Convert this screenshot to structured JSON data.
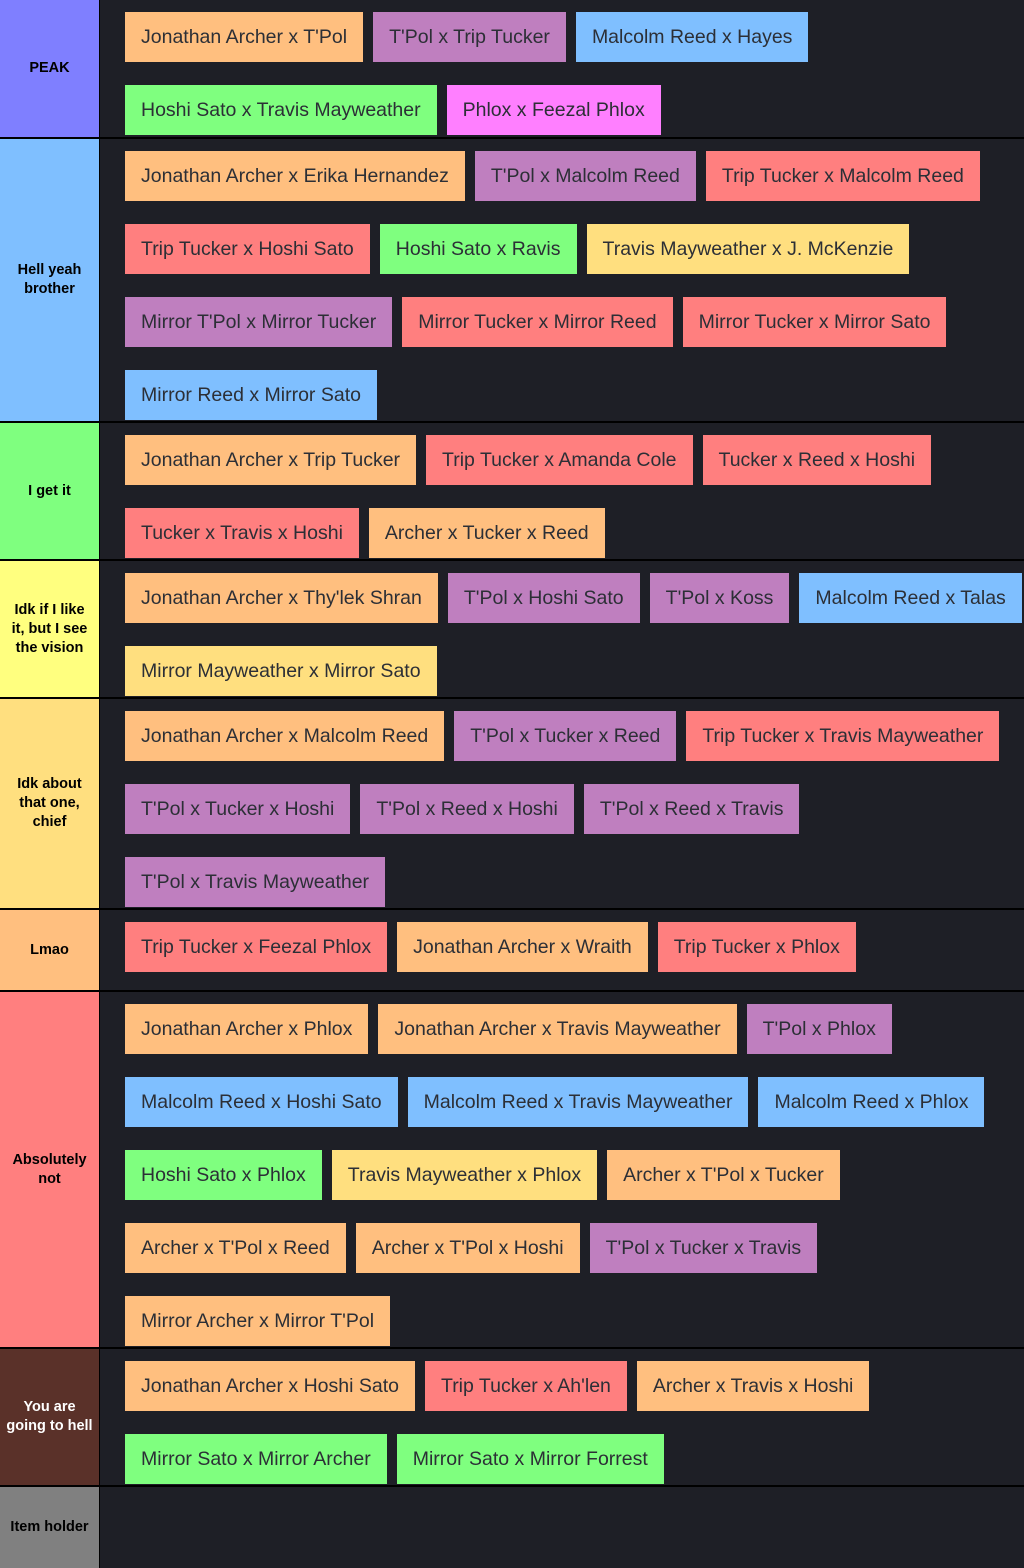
{
  "colors": {
    "archer": "#ffbf7f",
    "tpol": "#bf7fbf",
    "reed": "#7fbfff",
    "hoshi": "#7fff7f",
    "phlox": "#ff7fff",
    "tucker": "#ff7f7f",
    "travis": "#ffdf7f"
  },
  "tiers": [
    {
      "label": "PEAK",
      "color": "#7f7fff",
      "items": [
        {
          "text": "Jonathan Archer x T'Pol",
          "color": "#ffbf7f"
        },
        {
          "text": "T'Pol x Trip Tucker",
          "color": "#bf7fbf"
        },
        {
          "text": "Malcolm Reed x Hayes",
          "color": "#7fbfff"
        },
        {
          "text": "Hoshi Sato x Travis Mayweather",
          "color": "#7fff7f"
        },
        {
          "text": "Phlox x Feezal Phlox",
          "color": "#ff7fff"
        }
      ]
    },
    {
      "label": "Hell yeah brother",
      "color": "#7fbfff",
      "items": [
        {
          "text": "Jonathan Archer x Erika Hernandez",
          "color": "#ffbf7f"
        },
        {
          "text": "T'Pol x Malcolm Reed",
          "color": "#bf7fbf"
        },
        {
          "text": "Trip Tucker x Malcolm Reed",
          "color": "#ff7f7f"
        },
        {
          "text": "Trip Tucker x Hoshi Sato",
          "color": "#ff7f7f"
        },
        {
          "text": "Hoshi Sato x Ravis",
          "color": "#7fff7f"
        },
        {
          "text": "Travis Mayweather x J. McKenzie",
          "color": "#ffdf7f"
        },
        {
          "text": "Mirror T'Pol x Mirror Tucker",
          "color": "#bf7fbf"
        },
        {
          "text": "Mirror Tucker x Mirror Reed",
          "color": "#ff7f7f"
        },
        {
          "text": "Mirror Tucker x Mirror Sato",
          "color": "#ff7f7f"
        },
        {
          "text": "Mirror Reed x Mirror Sato",
          "color": "#7fbfff"
        }
      ]
    },
    {
      "label": "I get it",
      "color": "#7fff7f",
      "items": [
        {
          "text": "Jonathan Archer x Trip Tucker",
          "color": "#ffbf7f"
        },
        {
          "text": "Trip Tucker x Amanda Cole",
          "color": "#ff7f7f"
        },
        {
          "text": "Tucker x Reed x Hoshi",
          "color": "#ff7f7f"
        },
        {
          "text": "Tucker x Travis x Hoshi",
          "color": "#ff7f7f"
        },
        {
          "text": "Archer x Tucker x Reed",
          "color": "#ffbf7f"
        }
      ]
    },
    {
      "label": "Idk if I like it, but I see the vision",
      "color": "#ffff7f",
      "items": [
        {
          "text": "Jonathan Archer x Thy'lek Shran",
          "color": "#ffbf7f"
        },
        {
          "text": "T'Pol x Hoshi Sato",
          "color": "#bf7fbf"
        },
        {
          "text": "T'Pol x Koss",
          "color": "#bf7fbf"
        },
        {
          "text": "Malcolm Reed x Talas",
          "color": "#7fbfff"
        },
        {
          "text": "Mirror Mayweather x Mirror Sato",
          "color": "#ffdf7f"
        }
      ]
    },
    {
      "label": "Idk about that one, chief",
      "color": "#ffdf7f",
      "items": [
        {
          "text": "Jonathan Archer x Malcolm Reed",
          "color": "#ffbf7f"
        },
        {
          "text": "T'Pol x Tucker x Reed",
          "color": "#bf7fbf"
        },
        {
          "text": "Trip Tucker x Travis Mayweather",
          "color": "#ff7f7f"
        },
        {
          "text": "T'Pol x Tucker x Hoshi",
          "color": "#bf7fbf"
        },
        {
          "text": "T'Pol x Reed x Hoshi",
          "color": "#bf7fbf"
        },
        {
          "text": "T'Pol x Reed x Travis",
          "color": "#bf7fbf"
        },
        {
          "text": "T'Pol x Travis Mayweather",
          "color": "#bf7fbf"
        }
      ]
    },
    {
      "label": "Lmao",
      "color": "#ffbf7f",
      "items": [
        {
          "text": "Trip Tucker x Feezal Phlox",
          "color": "#ff7f7f"
        },
        {
          "text": "Jonathan Archer x Wraith",
          "color": "#ffbf7f"
        },
        {
          "text": "Trip Tucker x Phlox",
          "color": "#ff7f7f"
        }
      ]
    },
    {
      "label": "Absolutely not",
      "color": "#ff7f7f",
      "items": [
        {
          "text": "Jonathan Archer x Phlox",
          "color": "#ffbf7f"
        },
        {
          "text": "Jonathan Archer x Travis Mayweather",
          "color": "#ffbf7f"
        },
        {
          "text": "T'Pol x Phlox",
          "color": "#bf7fbf"
        },
        {
          "text": "Malcolm Reed x Hoshi Sato",
          "color": "#7fbfff"
        },
        {
          "text": "Malcolm Reed x Travis Mayweather",
          "color": "#7fbfff"
        },
        {
          "text": "Malcolm Reed x Phlox",
          "color": "#7fbfff"
        },
        {
          "text": "Hoshi Sato x Phlox",
          "color": "#7fff7f"
        },
        {
          "text": "Travis Mayweather x Phlox",
          "color": "#ffdf7f"
        },
        {
          "text": "Archer x T'Pol x Tucker",
          "color": "#ffbf7f"
        },
        {
          "text": "Archer x T'Pol x Reed",
          "color": "#ffbf7f"
        },
        {
          "text": "Archer x T'Pol x Hoshi",
          "color": "#ffbf7f"
        },
        {
          "text": "T'Pol x Tucker x Travis",
          "color": "#bf7fbf"
        },
        {
          "text": "Mirror Archer x Mirror T'Pol",
          "color": "#ffbf7f"
        }
      ]
    },
    {
      "label": "You are going to hell",
      "color": "#5a3129",
      "light": true,
      "items": [
        {
          "text": "Jonathan Archer x Hoshi Sato",
          "color": "#ffbf7f"
        },
        {
          "text": "Trip Tucker x Ah'len",
          "color": "#ff7f7f"
        },
        {
          "text": "Archer x Travis x Hoshi",
          "color": "#ffbf7f"
        },
        {
          "text": "Mirror Sato x Mirror Archer",
          "color": "#7fff7f"
        },
        {
          "text": "Mirror Sato x Mirror Forrest",
          "color": "#7fff7f"
        }
      ]
    },
    {
      "label": "Item holder",
      "color": "#808080",
      "items": []
    }
  ]
}
